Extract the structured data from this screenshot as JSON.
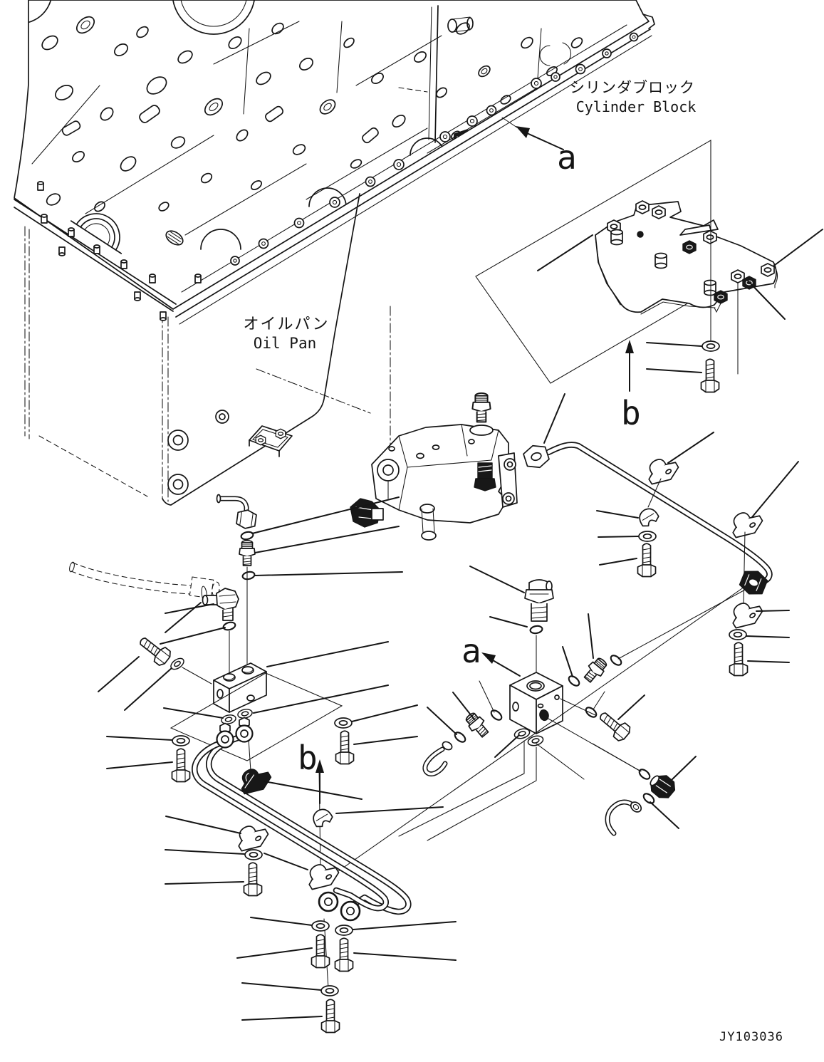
{
  "drawing": {
    "number": "JY103036",
    "labels": {
      "cylinder_block_jp": "シリンダブロック",
      "cylinder_block_en": "Cylinder Block",
      "oil_pan_jp": "オイルパン",
      "oil_pan_en": "Oil Pan"
    },
    "view_markers": {
      "a": "a",
      "b": "b"
    },
    "colors": {
      "ink": "#151515",
      "paper": "#ffffff"
    },
    "parts_legend": [
      "cylinder-block",
      "oil-pan",
      "gasket-plate",
      "hex-nut",
      "spacer",
      "plain-washer",
      "hex-bolt",
      "o-ring",
      "elbow-fitting",
      "straight-connector",
      "junction-block",
      "valve-assembly",
      "oil-pipe",
      "twin-oil-pipes",
      "pipe-clamp",
      "clamp-saddle",
      "banjo-joint",
      "hose",
      "section-plane"
    ]
  }
}
